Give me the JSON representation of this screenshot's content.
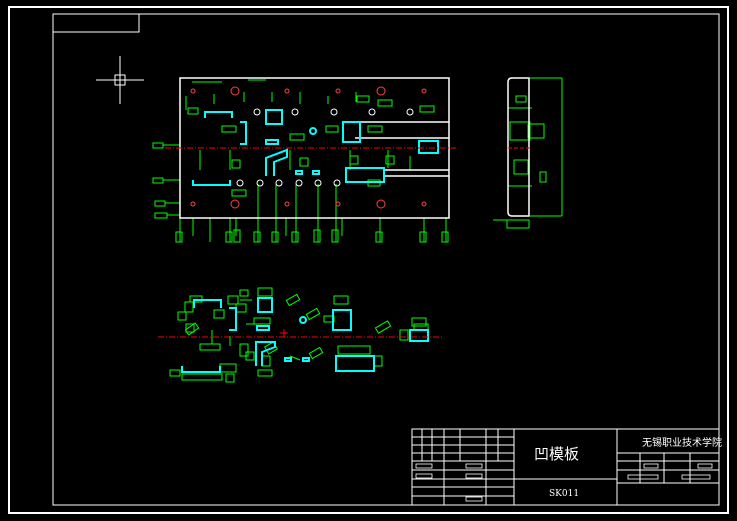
{
  "title_block": {
    "part_name": "凹模板",
    "drawing_number": "SK011",
    "school": "无锡职业技术学院"
  },
  "colors": {
    "background": "#000000",
    "frame": "#ffffff",
    "dimension": "#00ff00",
    "feature": "#00ffff",
    "centerline": "#ff0000"
  }
}
